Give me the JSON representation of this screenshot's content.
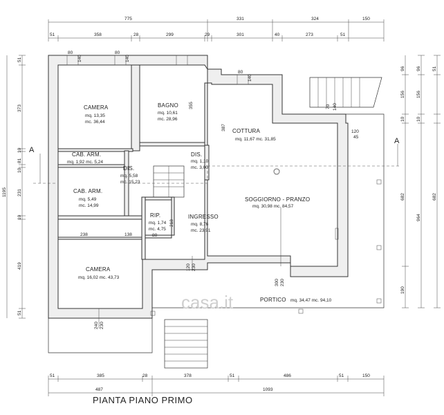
{
  "title": "PIANTA PIANO PRIMO",
  "watermark": "casa.it",
  "section_label": "A",
  "rooms": {
    "camera1": {
      "name": "CAMERA",
      "area": "mq. 13,35",
      "volume": "mc. 36,44"
    },
    "bagno": {
      "name": "BAGNO",
      "area": "mq. 10,61",
      "volume": "mc. 28,96"
    },
    "cabarm1": {
      "name": "CAB. ARM.",
      "info": "mq. 1,92  mc. 5,24"
    },
    "dis1": {
      "name": "DIS.",
      "area": "mq. 5,58",
      "volume": "mc. 15,23"
    },
    "dis2": {
      "name": "DIS.",
      "area": "mq. 1,10",
      "volume": "mc. 3,00"
    },
    "cottura": {
      "name": "COTTURA",
      "info": "mq. 11,67  mc. 31,85"
    },
    "cabarm2": {
      "name": "CAB. ARM.",
      "area": "mq. 5,49",
      "volume": "mc. 14,99"
    },
    "soggiorno": {
      "name": "SOGGIORNO - PRANZO",
      "info": "mq. 30,98  mc. 84,57"
    },
    "rip": {
      "name": "RIP.",
      "area": "mq. 1,74",
      "volume": "mc. 4,75"
    },
    "ingresso": {
      "name": "INGRESSO",
      "area": "mq. 8,76",
      "volume": "mc. 23,91"
    },
    "camera2": {
      "name": "CAMERA",
      "info": "mq. 16,02  mc. 43,73"
    },
    "portico": {
      "name": "PORTICO",
      "info": "mq. 34,47  mc. 94,10"
    }
  },
  "dimensions": {
    "top_row1": [
      "775",
      "331",
      "324",
      "150"
    ],
    "top_row2": [
      "51",
      "358",
      "28",
      "299",
      "29",
      "301",
      "40",
      "273",
      "51"
    ],
    "bottom_row1": [
      "51",
      "385",
      "28",
      "378",
      "51",
      "486",
      "51",
      "150"
    ],
    "bottom_row2": [
      "487",
      "1093"
    ],
    "left_col": [
      "51",
      "373",
      "10",
      "81",
      "10",
      "231",
      "10",
      "419",
      "51"
    ],
    "left_col_outer": "1195",
    "right_col1": [
      "96",
      "156",
      "10",
      "682",
      "190"
    ],
    "right_col2": [
      "96",
      "156",
      "10",
      "964"
    ],
    "right_col3": [
      "51",
      "682"
    ],
    "openings": [
      "80",
      "140",
      "80",
      "140",
      "80",
      "140",
      "70",
      "140",
      "120",
      "45",
      "120",
      "230",
      "300",
      "230",
      "240",
      "230",
      "80",
      "218",
      "355",
      "387",
      "238",
      "138"
    ]
  }
}
